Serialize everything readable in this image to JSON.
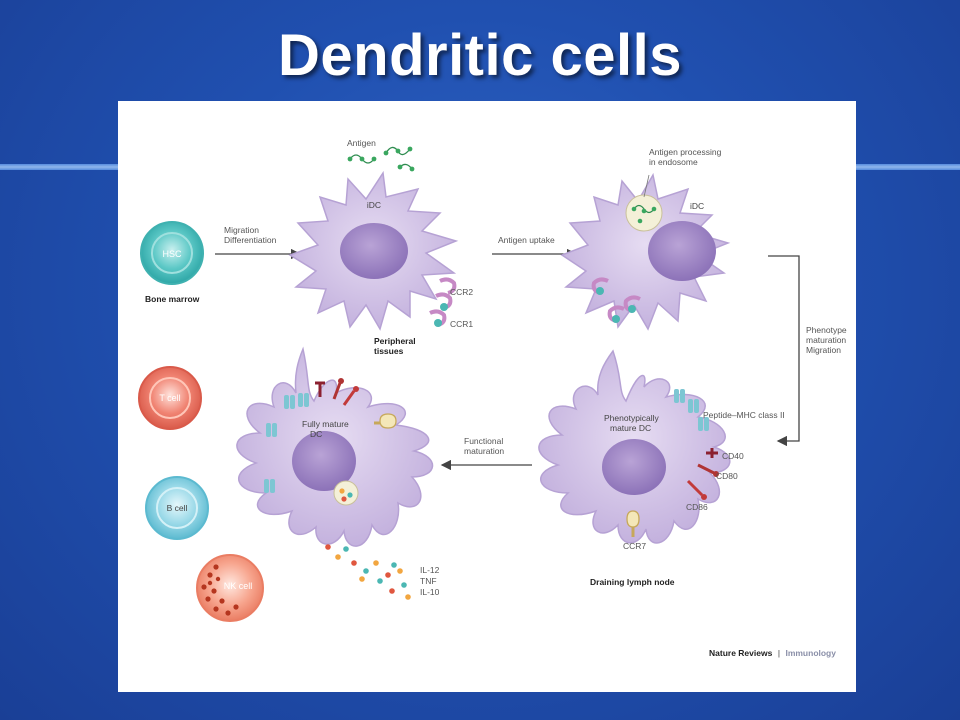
{
  "slide": {
    "title": "Dendritic cells"
  },
  "diagram": {
    "bone_marrow": {
      "cell": "HSC",
      "label": "Bone marrow"
    },
    "arrow1": {
      "line1": "Migration",
      "line2": "Differentiation"
    },
    "idc1": {
      "label": "iDC",
      "antigen": "Antigen",
      "receptor1": "CCR2",
      "receptor2": "CCR1",
      "location_line1": "Peripheral",
      "location_line2": "tissues"
    },
    "arrow2": {
      "label": "Antigen uptake"
    },
    "idc2": {
      "label": "iDC",
      "note_line1": "Antigen processing",
      "note_line2": "in endosome"
    },
    "arrow3": {
      "line1": "Phenotype",
      "line2": "maturation",
      "line3": "Migration"
    },
    "pmdc": {
      "line1": "Phenotypically",
      "line2": "mature DC",
      "mhc": "Peptide–MHC class II",
      "cd40": "CD40",
      "cd80": "CD80",
      "cd86": "CD86",
      "ccr7": "CCR7",
      "location": "Draining lymph node"
    },
    "arrow4": {
      "line1": "Functional",
      "line2": "maturation"
    },
    "fmdc": {
      "line1": "Fully mature",
      "line2": "DC",
      "cyt1": "IL-12",
      "cyt2": "TNF",
      "cyt3": "IL-10"
    },
    "lymphocytes": {
      "t": "T cell",
      "b": "B cell",
      "nk": "NK cell"
    },
    "credit": {
      "source": "Nature Reviews",
      "sep": "|",
      "journal": "Immunology"
    }
  }
}
